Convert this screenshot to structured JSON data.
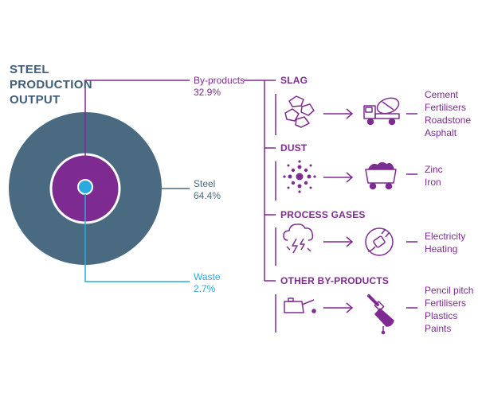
{
  "title": [
    "STEEL",
    "PRODUCTION",
    "OUTPUT"
  ],
  "shares": {
    "byproducts": {
      "name": "By-products",
      "value": "32.9%"
    },
    "steel": {
      "name": "Steel",
      "value": "64.4%"
    },
    "waste": {
      "name": "Waste",
      "value": "2.7%"
    }
  },
  "categories": [
    {
      "name": "SLAG",
      "icon": "rock-pieces-icon",
      "target_icon": "cement-mixer-truck-icon",
      "uses": [
        "Cement",
        "Fertilisers",
        "Roadstone",
        "Asphalt"
      ]
    },
    {
      "name": "DUST",
      "icon": "dust-particles-icon",
      "target_icon": "ore-cart-icon",
      "uses": [
        "Zinc",
        "Iron"
      ]
    },
    {
      "name": "PROCESS GASES",
      "icon": "storm-cloud-icon",
      "target_icon": "power-plug-icon",
      "uses": [
        "Electricity",
        "Heating"
      ]
    },
    {
      "name": "OTHER BY-PRODUCTS",
      "icon": "oil-can-icon",
      "target_icon": "paint-brush-icon",
      "uses": [
        "Pencil pitch",
        "Fertilisers",
        "Plastics",
        "Paints"
      ]
    }
  ],
  "colors": {
    "purple": "#7e2b91",
    "steel": "#4a6a82",
    "waste": "#29aae1",
    "title": "#3f5d78"
  }
}
